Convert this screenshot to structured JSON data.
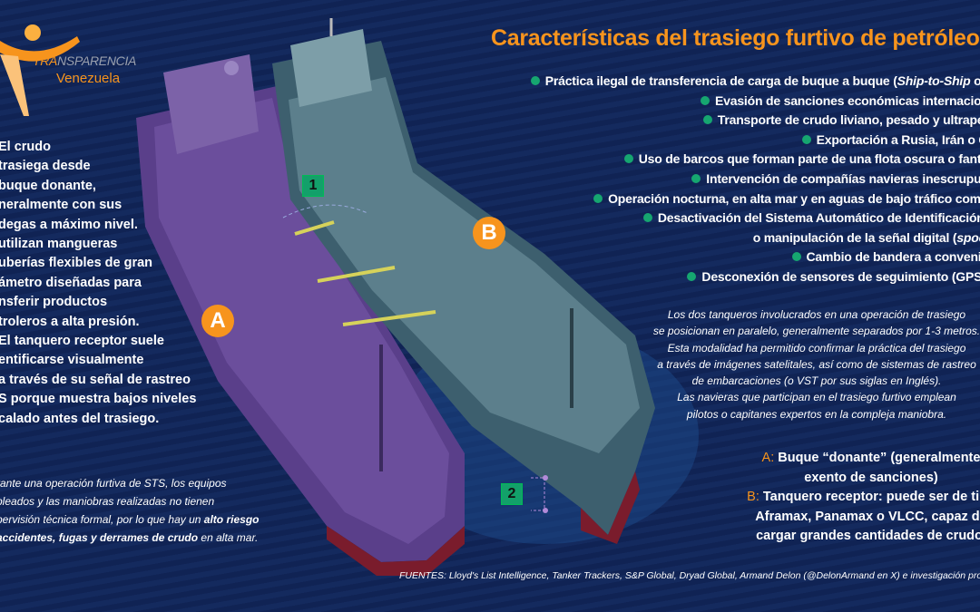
{
  "title": "Características del trasiego furtivo de petróleo",
  "logo": {
    "line1_a": "TRA",
    "line1_b": "NSPARENCIA",
    "line2": "Venezuela"
  },
  "bullets": [
    {
      "pre": "Práctica ilegal de transferencia de carga de buque a buque (",
      "em": "Ship-to-Ship",
      "post": " o STS)."
    },
    {
      "pre": "Evasión de sanciones económicas internacionales.",
      "em": "",
      "post": ""
    },
    {
      "pre": "Transporte de crudo liviano, pesado y ultrapesado.",
      "em": "",
      "post": ""
    },
    {
      "pre": "Exportación a Rusia, Irán o China.",
      "em": "",
      "post": ""
    },
    {
      "pre": "Uso de barcos que forman parte de una flota oscura o fantasma.",
      "em": "",
      "post": ""
    },
    {
      "pre": "Intervención de compañías navieras inescrupulosas.",
      "em": "",
      "post": ""
    },
    {
      "pre": "Operación nocturna, en alta mar y en aguas de bajo tráfico comercial.",
      "em": "",
      "post": ""
    },
    {
      "pre": "Desactivación del Sistema Automático de Identificación (AIS)",
      "em": "",
      "post": ""
    },
    {
      "pre": "o manipulación de la señal digital (",
      "em": "spoofing",
      "post": ")."
    },
    {
      "pre": "Cambio de bandera a conveniencia.",
      "em": "",
      "post": ""
    },
    {
      "pre": "Desconexión de sensores de seguimiento (GPS, AIS).",
      "em": "",
      "post": ""
    }
  ],
  "left_text": [
    "El crudo",
    "trasiega desde",
    "buque donante,",
    "neralmente con sus",
    "degas a máximo nivel.",
    "utilizan mangueras",
    "uberías flexibles de gran",
    "ámetro diseñadas para",
    "nsferir productos",
    "troleros a alta presión.",
    "El tanquero receptor suele",
    "entificarse visualmente",
    "a través de su señal de rastreo",
    "S porque muestra bajos niveles",
    "calado antes del trasiego."
  ],
  "risk": {
    "l1": "rante una operación furtiva de STS, los equipos",
    "l2": "pleados y las maniobras realizadas no tienen",
    "l3a": "pervisión técnica formal, por lo que hay un ",
    "l3b": "alto riesgo",
    "l4a": "accidentes, fugas y derrames de crudo",
    "l4b": " en alta mar."
  },
  "mid_text": [
    "Los dos tanqueros involucrados en una operación de trasiego",
    "se posicionan en paralelo, generalmente separados por 1-3 metros.",
    "Esta modalidad ha permitido confirmar la práctica del trasiego",
    "a través de imágenes satelitales, así como de sistemas de rastreo",
    "de embarcaciones (o VST por sus siglas en Inglés).",
    "Las navieras que participan en el trasiego furtivo emplean",
    "pilotos o capitanes expertos en la compleja maniobra."
  ],
  "legend": {
    "a_key": "A:",
    "a_l1": " Buque “donante” (generalmente",
    "a_l2": "exento de sanciones)",
    "b_key": "B:",
    "b_l1": " Tanquero receptor: puede ser de tipo",
    "b_l2": "Aframax, Panamax o VLCC, capaz de",
    "b_l3": "cargar grandes cantidades de crudo."
  },
  "markers": {
    "one": "1",
    "two": "2",
    "a": "A",
    "b": "B"
  },
  "sources": "FUENTES: Lloyd's List Intelligence, Tanker Trackers, S&P Global, Dryad Global, Armand Delon (@DelonArmand en X) e investigación propia.",
  "colors": {
    "accent": "#f7941d",
    "bullet": "#16a670",
    "background": "#14295c",
    "ship_a": "#5a3f8a",
    "ship_b": "#3d5f6e"
  }
}
